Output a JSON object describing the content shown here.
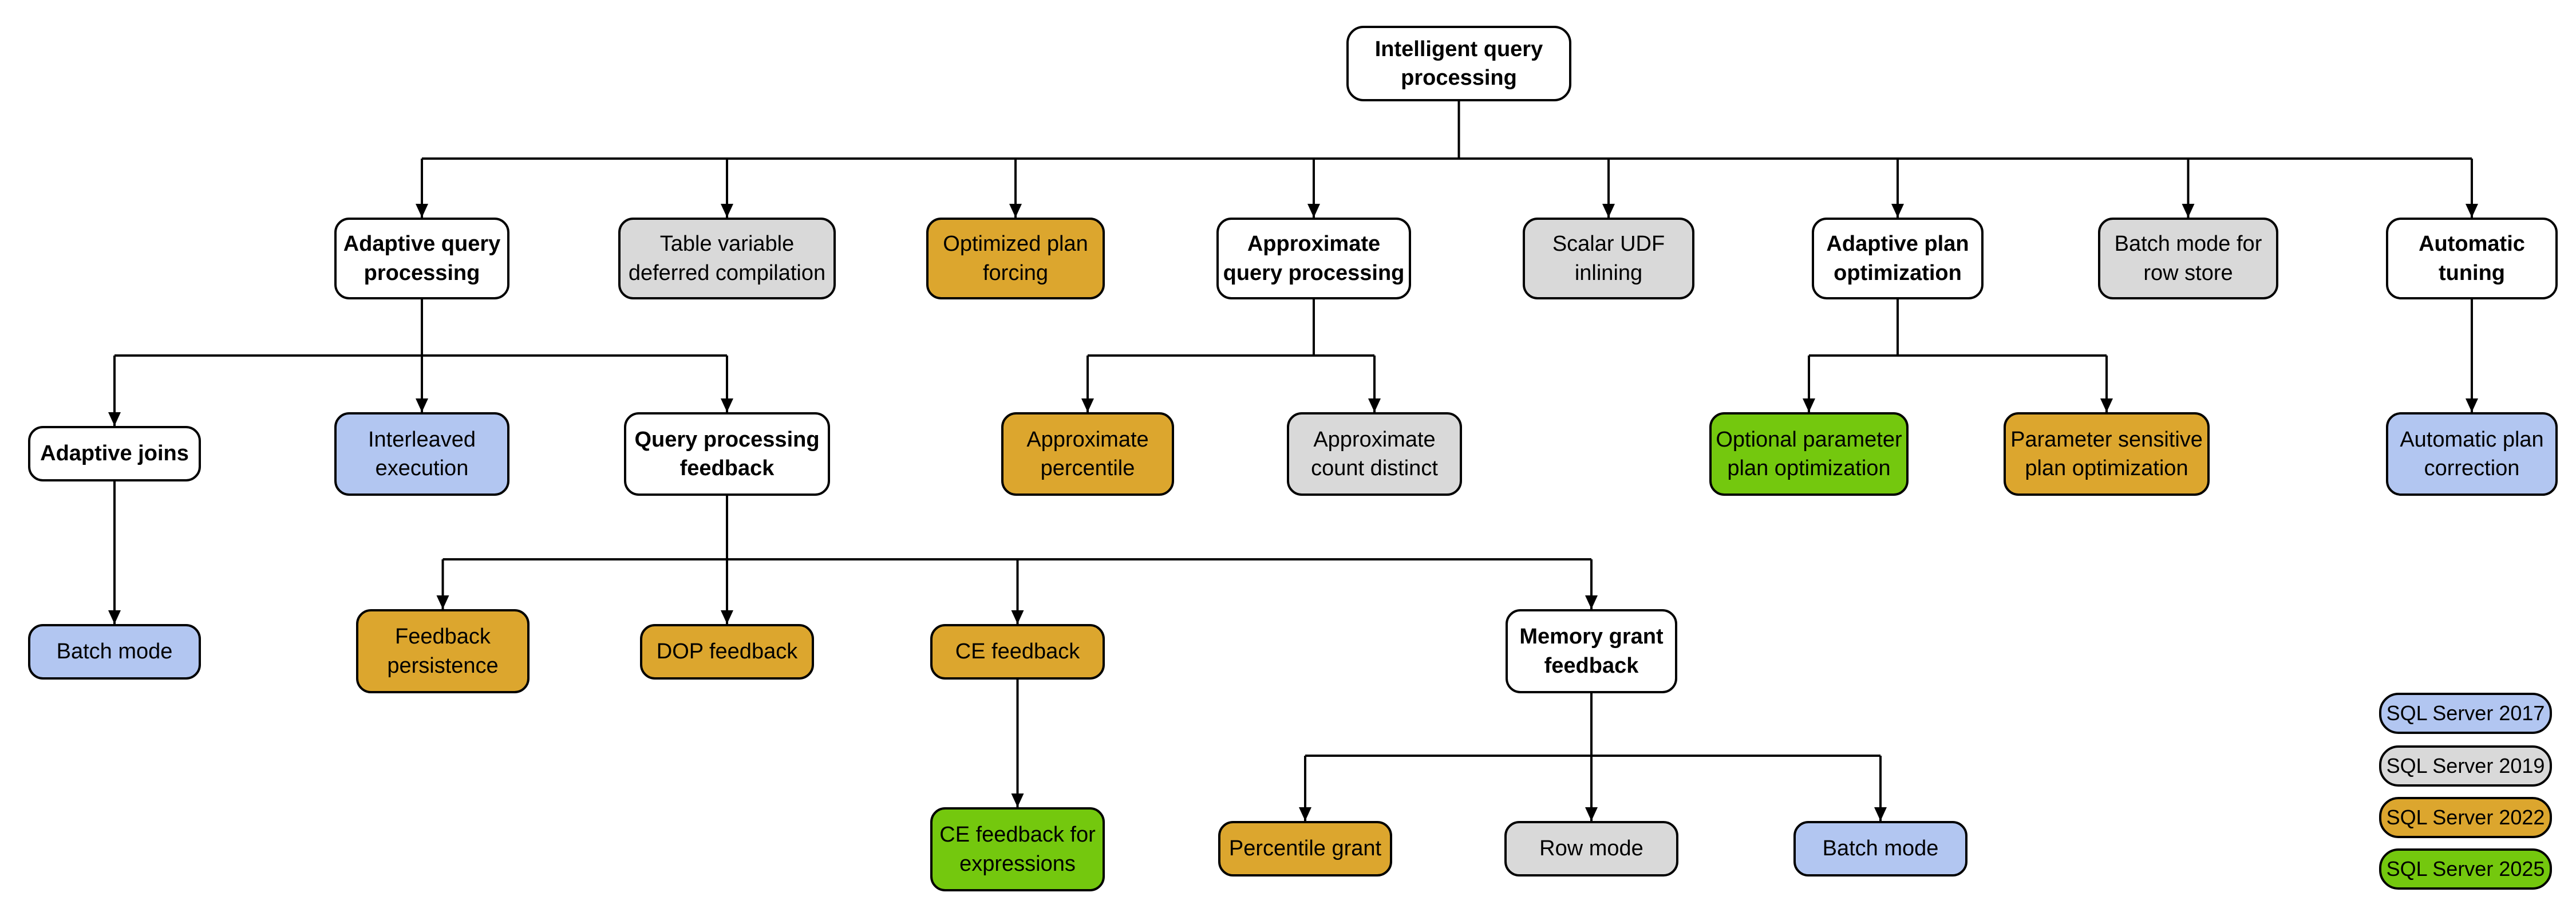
{
  "palette": {
    "sql2017_blue": "#B2C6F1",
    "sql2019_gray": "#D9D9D9",
    "sql2022_orange": "#DCA62E",
    "sql2025_green": "#74C80E",
    "category_fill": "#FFFFFF",
    "border_and_lines": "#000000"
  },
  "nodes": {
    "intelligent_query_processing": {
      "label": "Intelligent query\nprocessing",
      "fill": "#FFFFFF"
    },
    "adaptive_query_processing": {
      "label": "Adaptive query\nprocessing",
      "fill": "#FFFFFF"
    },
    "table_variable_deferred_compilation": {
      "label": "Table variable\ndeferred compilation",
      "fill": "#D9D9D9"
    },
    "optimized_plan_forcing": {
      "label": "Optimized plan\nforcing",
      "fill": "#DCA62E"
    },
    "approximate_query_processing": {
      "label": "Approximate\nquery processing",
      "fill": "#FFFFFF"
    },
    "scalar_udf_inlining": {
      "label": "Scalar UDF\ninlining",
      "fill": "#D9D9D9"
    },
    "adaptive_plan_optimization": {
      "label": "Adaptive plan\noptimization",
      "fill": "#FFFFFF"
    },
    "batch_mode_for_row_store": {
      "label": "Batch mode for\nrow store",
      "fill": "#D9D9D9"
    },
    "automatic_tuning": {
      "label": "Automatic\ntuning",
      "fill": "#FFFFFF"
    },
    "adaptive_joins": {
      "label": "Adaptive joins",
      "fill": "#FFFFFF"
    },
    "interleaved_execution": {
      "label": "Interleaved\nexecution",
      "fill": "#B2C6F1"
    },
    "query_processing_feedback": {
      "label": "Query processing\nfeedback",
      "fill": "#FFFFFF"
    },
    "approximate_percentile": {
      "label": "Approximate\npercentile",
      "fill": "#DCA62E"
    },
    "approximate_count_distinct": {
      "label": "Approximate\ncount distinct",
      "fill": "#D9D9D9"
    },
    "optional_parameter_plan_optimization": {
      "label": "Optional parameter\nplan optimization",
      "fill": "#74C80E"
    },
    "parameter_sensitive_plan_optimization": {
      "label": "Parameter sensitive\nplan optimization",
      "fill": "#DCA62E"
    },
    "automatic_plan_correction": {
      "label": "Automatic plan\ncorrection",
      "fill": "#B2C6F1"
    },
    "batch_mode_adaptive_joins": {
      "label": "Batch mode",
      "fill": "#B2C6F1"
    },
    "feedback_persistence": {
      "label": "Feedback\npersistence",
      "fill": "#DCA62E"
    },
    "dop_feedback": {
      "label": "DOP feedback",
      "fill": "#DCA62E"
    },
    "ce_feedback": {
      "label": "CE feedback",
      "fill": "#DCA62E"
    },
    "memory_grant_feedback": {
      "label": "Memory grant\nfeedback",
      "fill": "#FFFFFF"
    },
    "ce_feedback_for_expressions": {
      "label": "CE feedback for\nexpressions",
      "fill": "#74C80E"
    },
    "percentile_grant": {
      "label": "Percentile grant",
      "fill": "#DCA62E"
    },
    "row_mode": {
      "label": "Row mode",
      "fill": "#D9D9D9"
    },
    "batch_mode_memory_grant": {
      "label": "Batch mode",
      "fill": "#B2C6F1"
    }
  },
  "legend": {
    "items": [
      {
        "label": "SQL Server 2017",
        "color": "#B2C6F1"
      },
      {
        "label": "SQL Server 2019",
        "color": "#D9D9D9"
      },
      {
        "label": "SQL Server 2022",
        "color": "#DCA62E"
      },
      {
        "label": "SQL Server 2025",
        "color": "#74C80E"
      }
    ]
  }
}
